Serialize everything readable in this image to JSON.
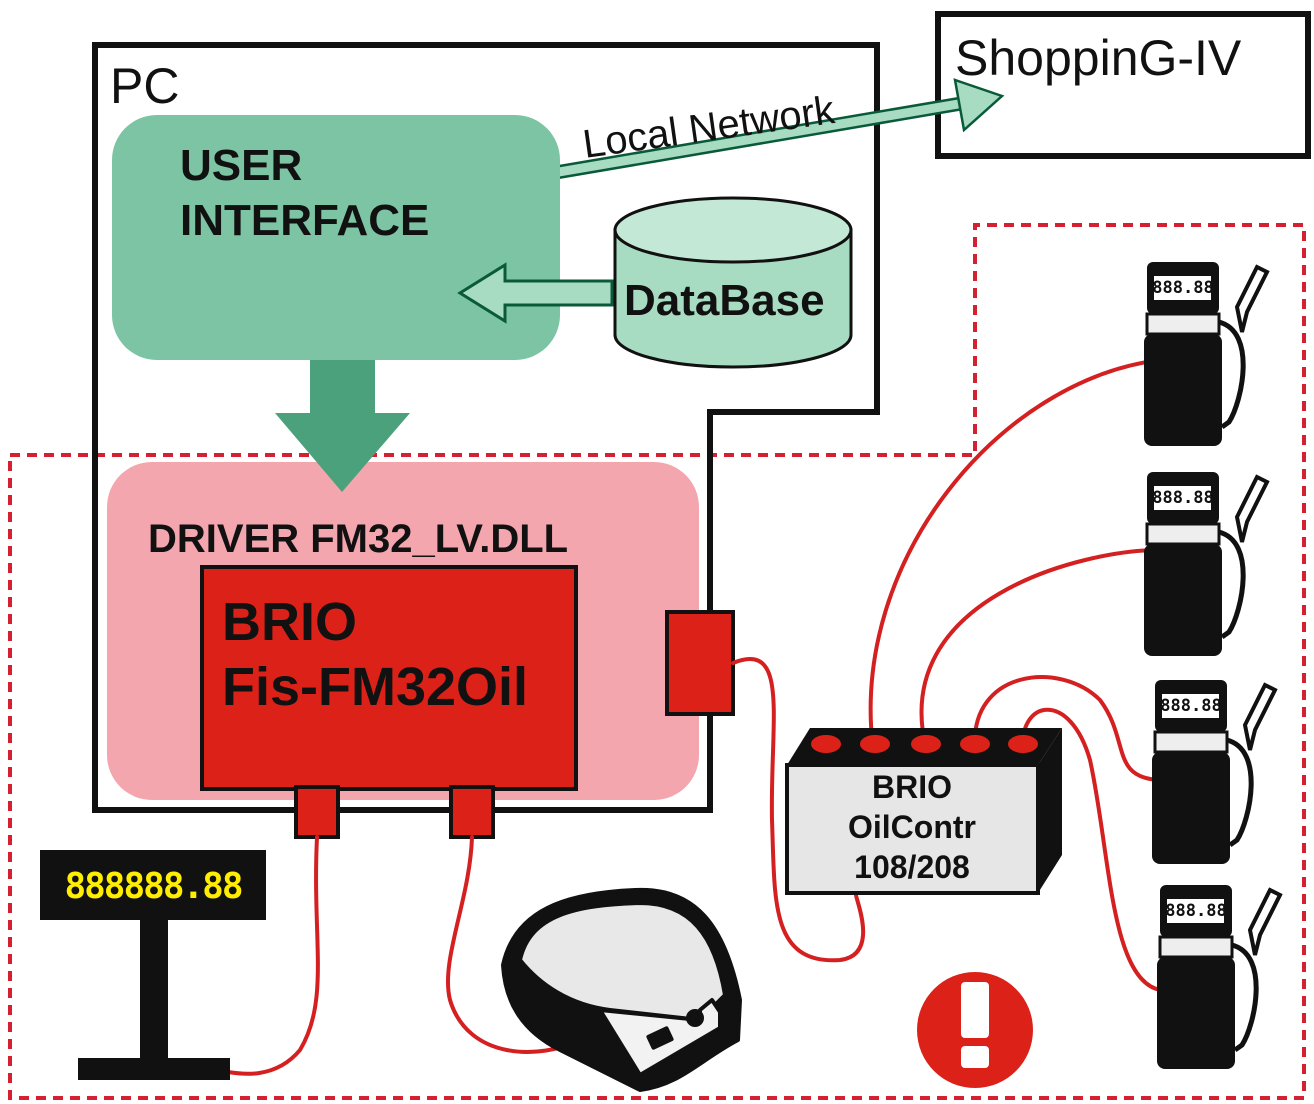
{
  "pc": {
    "label": "PC"
  },
  "shopping": {
    "label": "ShoppinG-IV"
  },
  "network": {
    "label": "Local Network"
  },
  "ui": {
    "line1": "USER",
    "line2": "INTERFACE"
  },
  "database": {
    "label": "DataBase"
  },
  "driver": {
    "label": "DRIVER FM32_LV.DLL"
  },
  "brio_fis": {
    "line1": "BRIO",
    "line2": "Fis-FM32Oil"
  },
  "oilcontr": {
    "line1": "BRIO",
    "line2": "OilContr",
    "line3": "108/208"
  },
  "customer_display": {
    "value": "888888.88"
  },
  "pumps": [
    {
      "display": "888.88"
    },
    {
      "display": "888.88"
    },
    {
      "display": "888.88"
    },
    {
      "display": "888.88"
    }
  ],
  "colors": {
    "green": "#7cc4a3",
    "green_dark": "#4aa17b",
    "pink": "#f4a6ae",
    "red": "#dc2218",
    "cable": "#d42020",
    "dashed": "#d42030",
    "grey": "#e6e6e6",
    "yellow_digits": "#ffee00"
  },
  "icons": [
    "warning-icon",
    "printer-icon",
    "fuel-pump-icon",
    "customer-display-icon"
  ]
}
